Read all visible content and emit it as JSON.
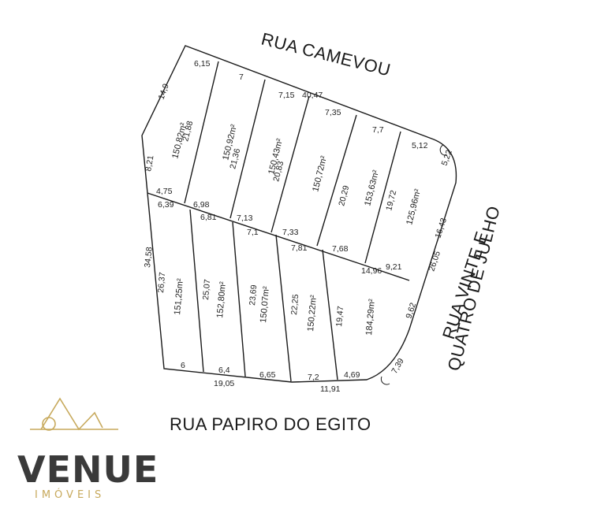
{
  "streets": {
    "north": "RUA CAMEVOU",
    "south": "RUA PAPIRO DO EGITO",
    "east_line1": "RUA VINTE E",
    "east_line2": "QUATRO DE JULHO"
  },
  "dimensions": {
    "top_total": "40,47",
    "top": [
      "6,15",
      "7",
      "7,15",
      "7,35",
      "7,7",
      "5,12"
    ],
    "corner_ne": "5,22",
    "left_upper_a": "14,9",
    "left_upper_b": "8,21",
    "left_lower": "34,58",
    "east_upper": "16,43",
    "east_total": "26,05",
    "east_lower": "9,62",
    "corner_se": "7,39",
    "mid_a": [
      "4,75",
      "6,98",
      "7,13",
      "7,33",
      "7,68",
      "9,21"
    ],
    "mid_b": [
      "6,39",
      "6,81",
      "7,1",
      "7,81",
      "14,96"
    ],
    "bottom": [
      "6",
      "6,4",
      "6,65",
      "7,2",
      "4,69"
    ],
    "bottom_total_left": "19,05",
    "bottom_total_right": "11,91",
    "upper_depths": [
      "21,88",
      "21,36",
      "20,83",
      "20,29",
      "19,72"
    ],
    "lower_depths": [
      "26,37",
      "25,07",
      "23,69",
      "22,25",
      "19,47"
    ]
  },
  "lots_upper": [
    "150,82m²",
    "150,92m²",
    "150,43m²",
    "150,72m²",
    "153,63m²",
    "125,96m²"
  ],
  "lots_lower": [
    "151,25m²",
    "152,80m²",
    "150,07m²",
    "150,22m²",
    "184,29m²"
  ],
  "brand": {
    "name": "VENUE",
    "sub": "IMÓVEIS",
    "accent": "#c7a95c"
  }
}
